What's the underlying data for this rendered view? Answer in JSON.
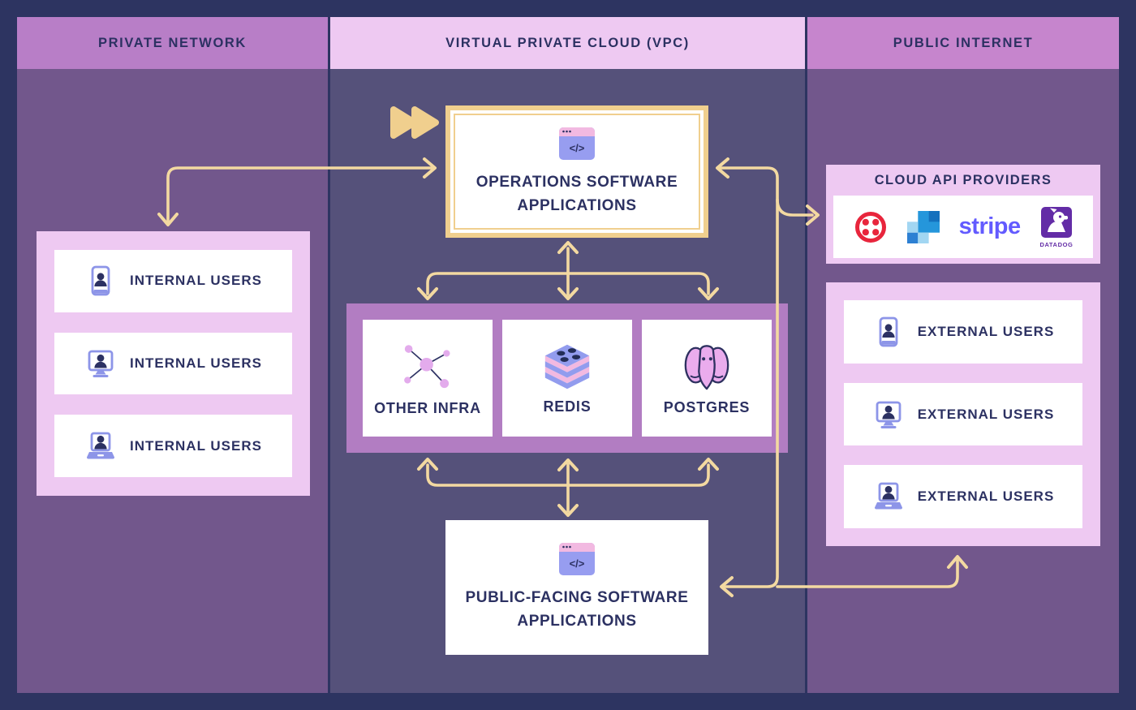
{
  "columns": [
    {
      "id": "private-network",
      "header": "PRIVATE NETWORK"
    },
    {
      "id": "vpc",
      "header": "VIRTUAL PRIVATE CLOUD (VPC)"
    },
    {
      "id": "public-internet",
      "header": "PUBLIC INTERNET"
    }
  ],
  "operations_box": {
    "label": "OPERATIONS SOFTWARE APPLICATIONS",
    "icon": "code-window-icon",
    "code_glyph": "</>"
  },
  "public_box": {
    "label": "PUBLIC-FACING SOFTWARE APPLICATIONS",
    "icon": "code-window-icon",
    "code_glyph": "</>"
  },
  "internal_users": [
    {
      "label": "INTERNAL USERS",
      "icon": "phone-user-icon"
    },
    {
      "label": "INTERNAL USERS",
      "icon": "monitor-user-icon"
    },
    {
      "label": "INTERNAL USERS",
      "icon": "laptop-user-icon"
    }
  ],
  "external_users": [
    {
      "label": "EXTERNAL USERS",
      "icon": "phone-user-icon"
    },
    {
      "label": "EXTERNAL USERS",
      "icon": "monitor-user-icon"
    },
    {
      "label": "EXTERNAL USERS",
      "icon": "laptop-user-icon"
    }
  ],
  "infrastructure": [
    {
      "label": "OTHER INFRA",
      "icon": "network-nodes-icon"
    },
    {
      "label": "REDIS",
      "icon": "redis-stack-icon"
    },
    {
      "label": "POSTGRES",
      "icon": "postgres-elephant-icon"
    }
  ],
  "cloud_api": {
    "title": "CLOUD API PROVIDERS",
    "providers": [
      {
        "name": "Twilio",
        "icon": "twilio-logo"
      },
      {
        "name": "SendGrid",
        "icon": "sendgrid-logo"
      },
      {
        "name": "Stripe",
        "icon": "stripe-logo",
        "wordmark": "stripe"
      },
      {
        "name": "Datadog",
        "icon": "datadog-logo",
        "wordmark": "DATADOG"
      }
    ]
  },
  "colors": {
    "background_navy": "#2d3461",
    "side_column": "#72578c",
    "vpc_column": "#55517a",
    "header_private": "#b87ec7",
    "header_vpc": "#eec9f2",
    "header_public": "#c685cd",
    "panel_pink": "#eec9f2",
    "infra_purple": "#b27dc2",
    "accent_yellow": "#f0cf8e",
    "arrow_yellow": "#f3d9a1",
    "text_navy": "#2c3162",
    "periwinkle": "#8d95e8",
    "icon_pink": "#f2b9e1",
    "twilio_red": "#e8253c",
    "sendgrid_blue": "#2596db",
    "stripe_purple": "#635bff",
    "datadog_purple": "#632ca6"
  }
}
